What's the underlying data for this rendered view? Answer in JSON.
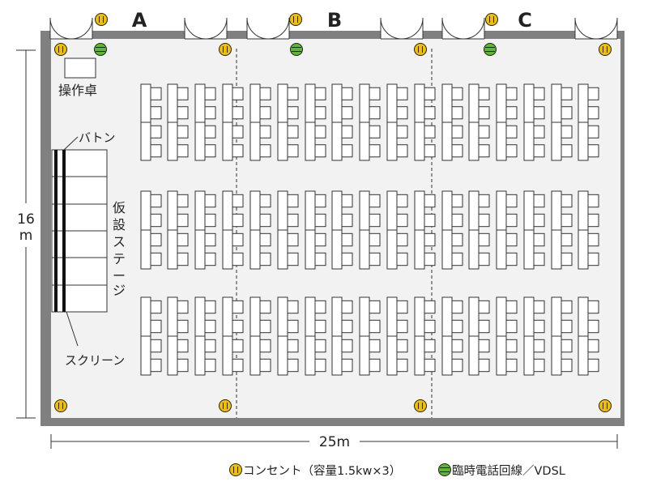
{
  "sections": [
    "A",
    "B",
    "C"
  ],
  "labels": {
    "operator_desk": "操作卓",
    "baton": "バトン",
    "stage": [
      "仮",
      "設",
      "ス",
      "テ",
      "ー",
      "ジ"
    ],
    "screen": "スクリーン",
    "width": "25m",
    "height_number": "16",
    "height_unit": "m"
  },
  "legend": {
    "outlet": "コンセント（容量1.5kw×3）",
    "phone": "臨時電話回線／VDSL"
  },
  "colors": {
    "wall": "#808080",
    "floor": "#f2f2f2",
    "outlet": "#f0c000",
    "phone": "#5cb82e",
    "section_letter": "#808080"
  },
  "icons": {
    "outlet": "outlet-icon",
    "phone": "phone-line-icon",
    "door": "double-door-icon"
  }
}
